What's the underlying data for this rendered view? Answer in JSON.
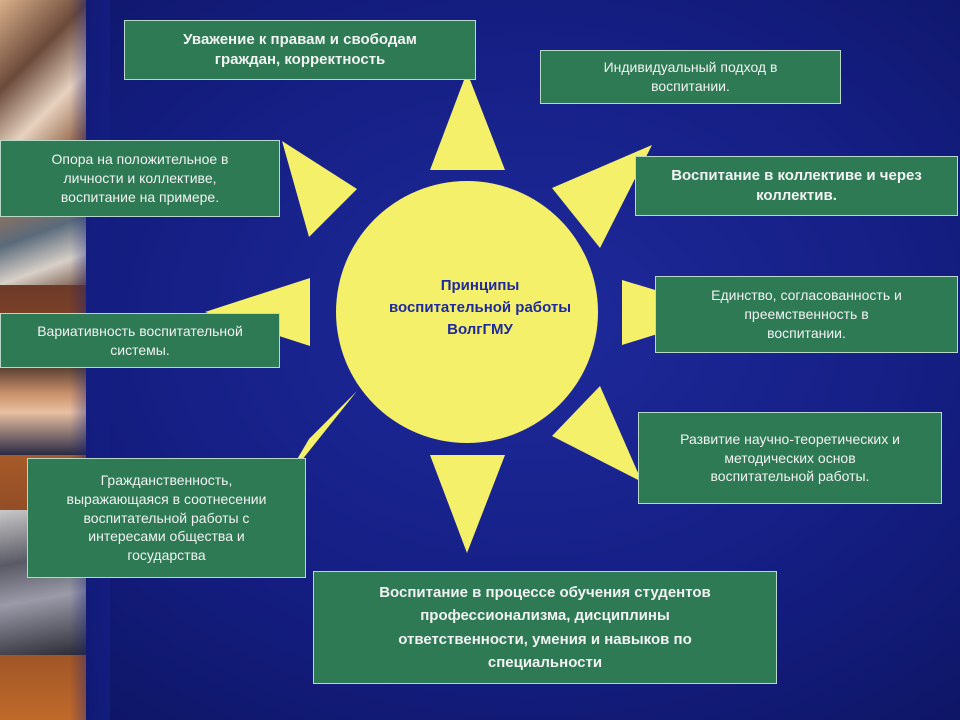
{
  "center": {
    "line1": "Принципы",
    "line2": "воспитательной работы",
    "line3": "ВолгГМУ"
  },
  "principles": {
    "top": {
      "line1": "Уважение к правам и свободам",
      "line2": "граждан, корректность"
    },
    "top_right": {
      "line1": "Индивидуальный подход в",
      "line2": "воспитании."
    },
    "top_left": {
      "line1": "Опора на положительное в",
      "line2": "личности и коллективе,",
      "line3": "воспитание на примере."
    },
    "right_upper": {
      "line1": "Воспитание в коллективе и через",
      "line2": "коллектив."
    },
    "right_middle": {
      "line1": "Единство, согласованность и",
      "line2": "преемственность в",
      "line3": "воспитании."
    },
    "left_middle": {
      "line1": "Вариативность воспитательной",
      "line2": "системы."
    },
    "right_lower": {
      "line1": "Развитие научно-теоретических и",
      "line2": "методических основ",
      "line3": "воспитательной работы."
    },
    "left_lower": {
      "line1": "Гражданственность,",
      "line2": "выражающаяся в соотнесении",
      "line3": "воспитательной работы с",
      "line4": "интересами общества и",
      "line5": "государства"
    },
    "bottom": {
      "line1": "Воспитание в процессе обучения студентов",
      "line2": "профессионализма, дисциплины",
      "line3": "ответственности, умения и навыков по",
      "line4": "специальности"
    }
  },
  "colors": {
    "background": "#141e82",
    "sun": "#f5f06a",
    "box_fill": "#2e7a55",
    "box_border": "#b8d8c8",
    "box_text": "#f2f2f2",
    "center_text": "#1f2a9c"
  }
}
